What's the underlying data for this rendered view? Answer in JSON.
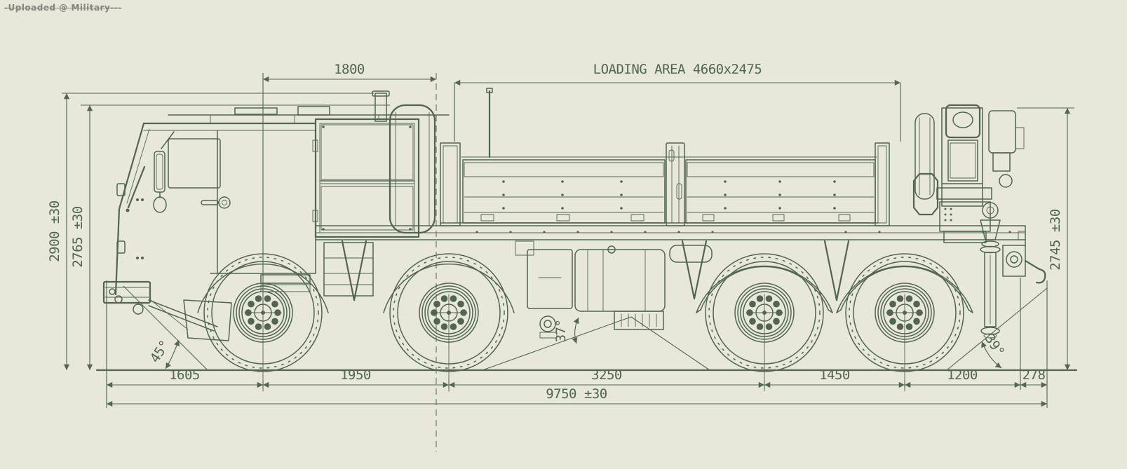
{
  "watermark": {
    "text": "-Uploaded @ Military---"
  },
  "colors": {
    "background": "#e7e8da",
    "line": "#516552",
    "watermark": "#7e807a"
  },
  "annotations": {
    "top_width": "1800",
    "loading_area": "LOADING AREA 4660x2475",
    "height_overall": "2900 ±30",
    "height_body": "2765 ±30",
    "height_rear": "2745 ±30",
    "seg_front_overhang": "1605",
    "seg_axle1_2": "1950",
    "seg_axle2_3": "3250",
    "seg_axle3_4": "1450",
    "seg_rear": "1200",
    "seg_rear_overhang": "278",
    "total_length": "9750 ±30",
    "angle_approach": "45°",
    "angle_ramp": "37°",
    "angle_departure": "39°"
  }
}
